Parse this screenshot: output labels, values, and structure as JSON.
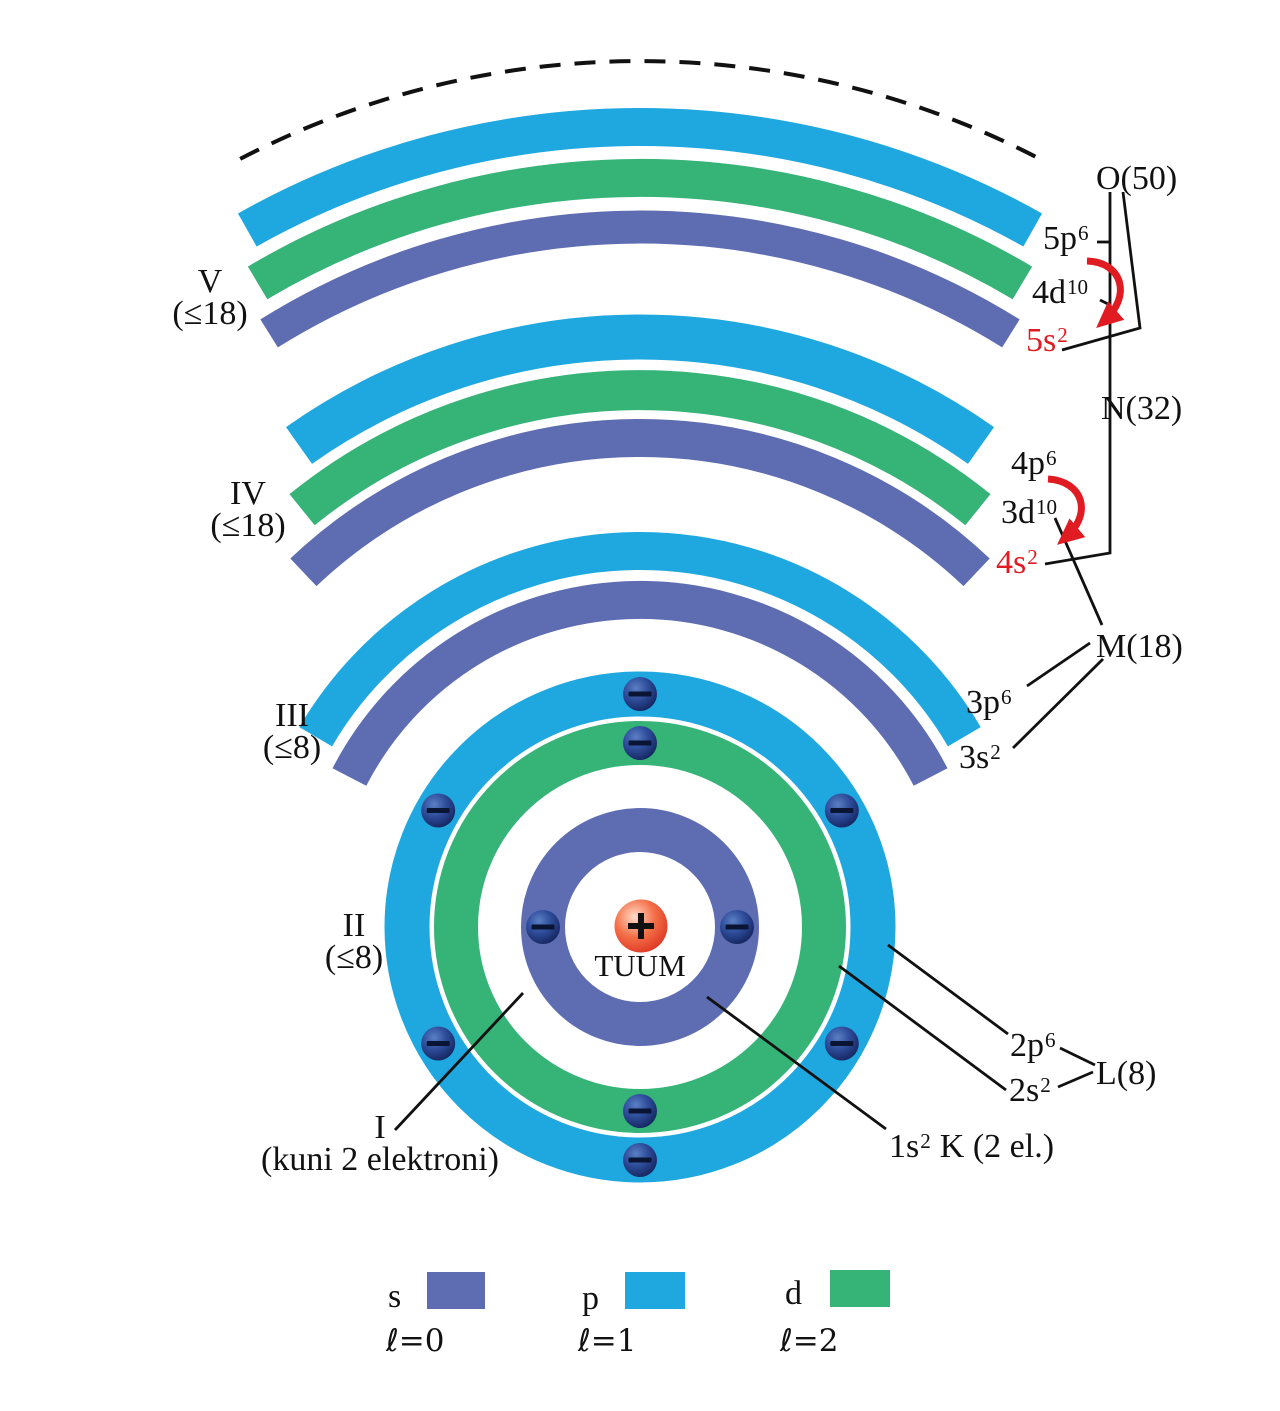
{
  "colors": {
    "s_purple": "#5E6CB2",
    "p_cyan": "#1FA8E0",
    "d_green": "#36B377",
    "red": "#E01B22",
    "black": "#111111",
    "electron_navy": "#233E86",
    "nucleus_orange": "#F26A45"
  },
  "nucleus": {
    "label": "TUUM",
    "sign": "+"
  },
  "left_shells": [
    {
      "numeral": "V",
      "capacity": "(≤18)"
    },
    {
      "numeral": "IV",
      "capacity": "(≤18)"
    },
    {
      "numeral": "III",
      "capacity": "(≤8)"
    },
    {
      "numeral": "II",
      "capacity": "(≤8)"
    },
    {
      "numeral": "I",
      "capacity": "(kuni 2 elektroni)"
    }
  ],
  "subshells": {
    "p5": {
      "base": "5p",
      "sup": "6"
    },
    "d4": {
      "base": "4d",
      "sup": "10"
    },
    "s5": {
      "base": "5s",
      "sup": "2"
    },
    "p4": {
      "base": "4p",
      "sup": "6"
    },
    "d3": {
      "base": "3d",
      "sup": "10"
    },
    "s4": {
      "base": "4s",
      "sup": "2"
    },
    "p3": {
      "base": "3p",
      "sup": "6"
    },
    "s3": {
      "base": "3s",
      "sup": "2"
    },
    "p2": {
      "base": "2p",
      "sup": "6"
    },
    "s2": {
      "base": "2s",
      "sup": "2"
    },
    "s1": {
      "base": "1s",
      "sup": "2"
    }
  },
  "shell_names": {
    "o": "O(50)",
    "n": "N(32)",
    "m": "M(18)",
    "l": "L(8)",
    "k_rest": "K (2 el.)"
  },
  "electrons_shown": {
    "shell_1": 2,
    "shell_2_s": 2,
    "shell_2_p": 6
  },
  "legend": [
    {
      "letter": "s",
      "quantum": "ℓ=0"
    },
    {
      "letter": "p",
      "quantum": "ℓ=1"
    },
    {
      "letter": "d",
      "quantum": "ℓ=2"
    }
  ]
}
